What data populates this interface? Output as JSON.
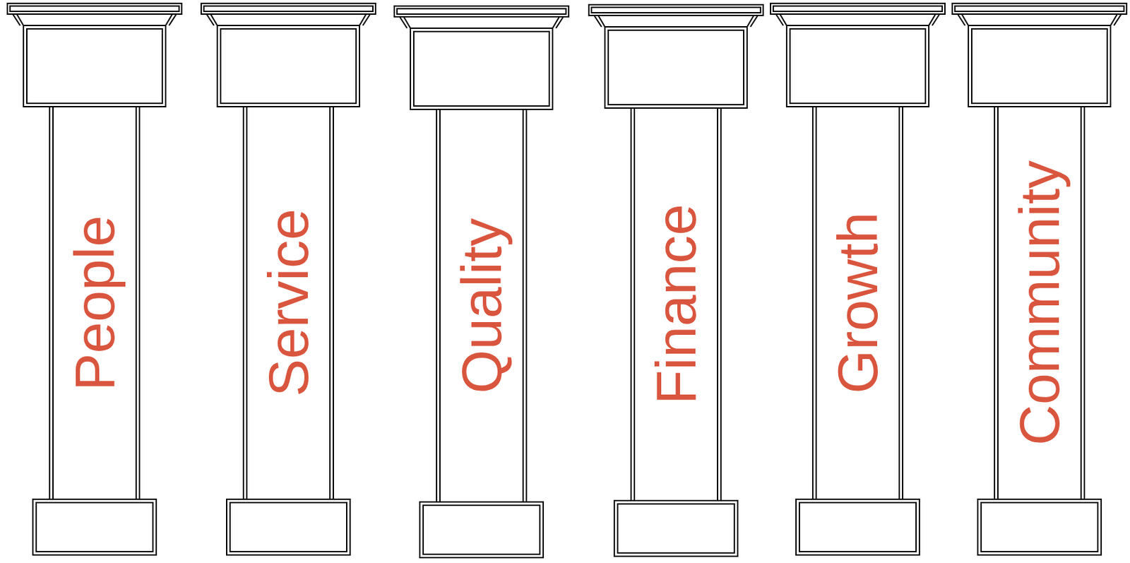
{
  "diagram": {
    "nodes": [
      {
        "text": [
          "People"
        ]
      },
      {
        "text": [
          "Service"
        ]
      },
      {
        "text": [
          "Quality"
        ]
      },
      {
        "text": [
          "Finance"
        ]
      },
      {
        "text": [
          "Growth"
        ]
      },
      {
        "text": [
          "Community"
        ]
      }
    ]
  }
}
